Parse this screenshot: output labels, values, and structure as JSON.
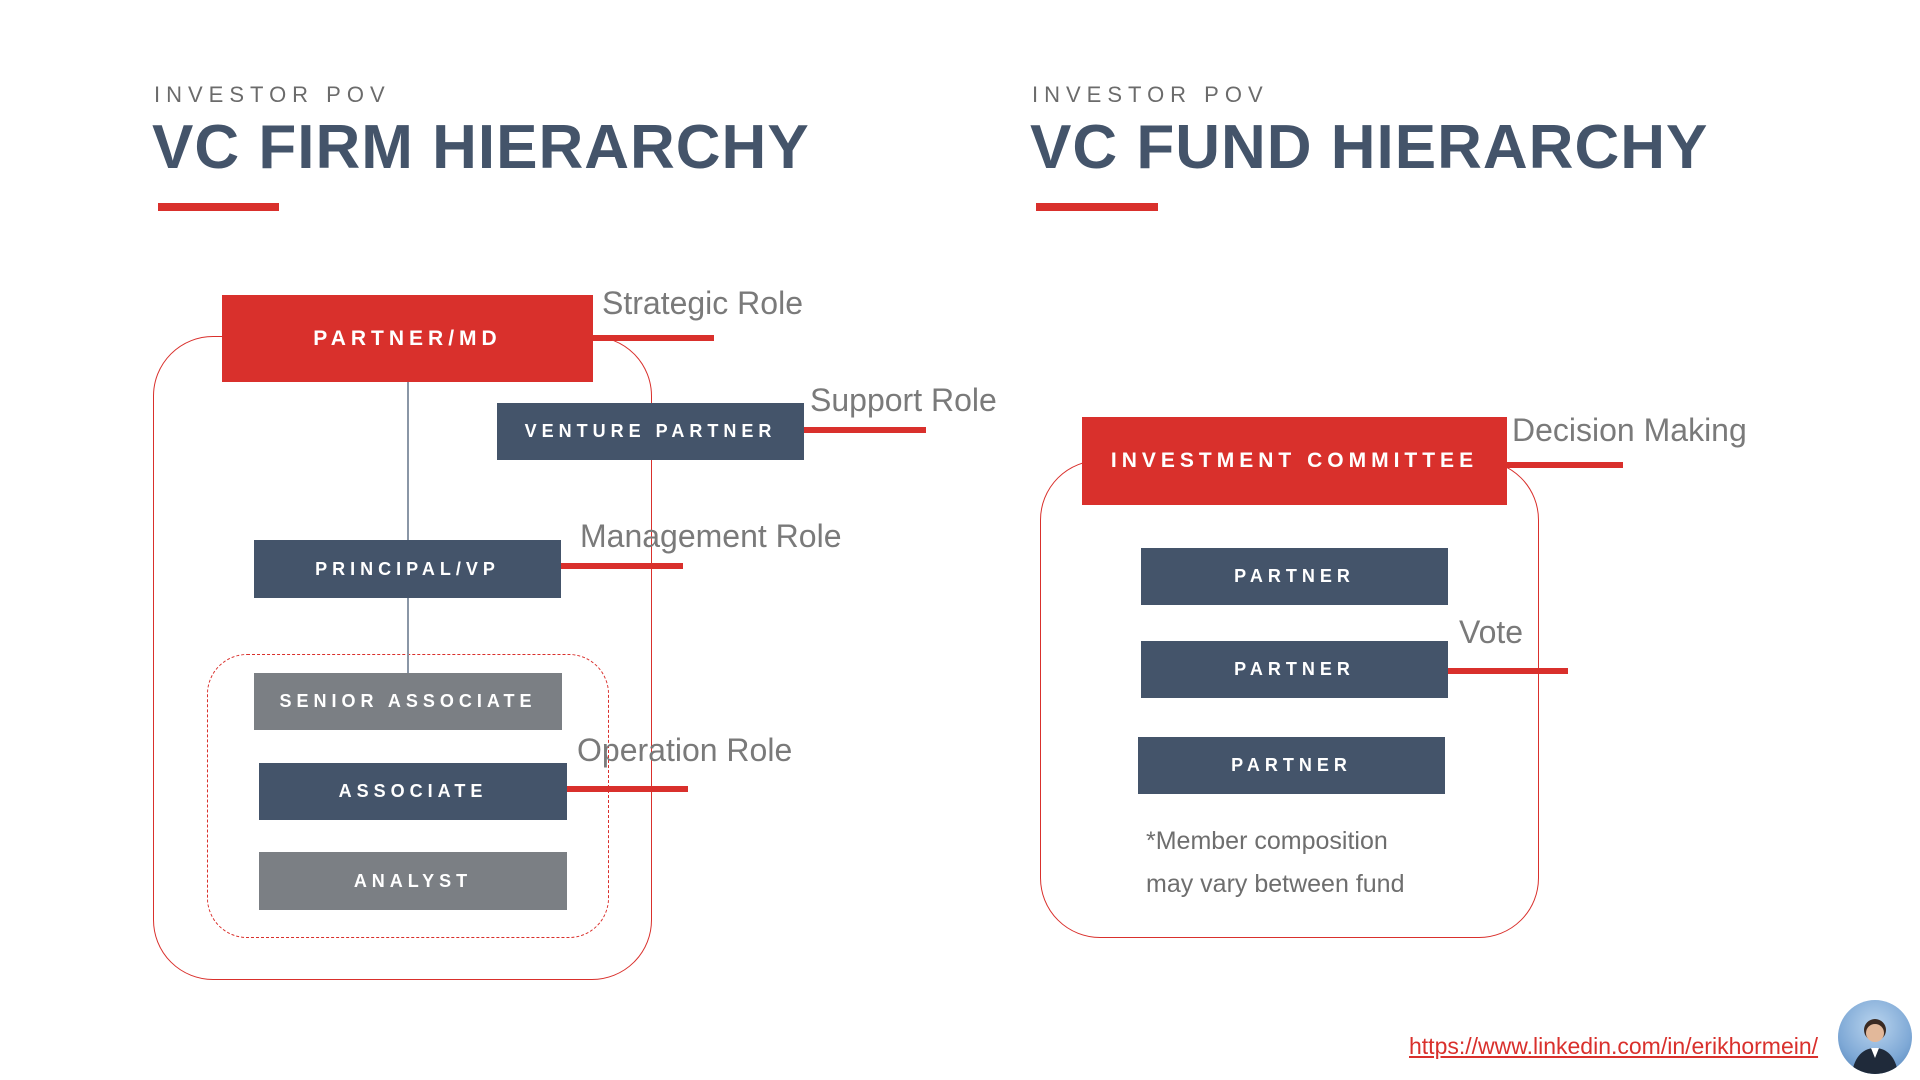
{
  "left": {
    "kicker": "INVESTOR POV",
    "title": "VC FIRM HIERARCHY",
    "nodes": {
      "partner_md": "PARTNER/MD",
      "venture_partner": "VENTURE PARTNER",
      "principal_vp": "PRINCIPAL/VP",
      "senior_associate": "SENIOR ASSOCIATE",
      "associate": "ASSOCIATE",
      "analyst": "ANALYST"
    },
    "roles": {
      "strategic": "Strategic Role",
      "support": "Support Role",
      "management": "Management Role",
      "operation": "Operation Role"
    }
  },
  "right": {
    "kicker": "INVESTOR POV",
    "title": "VC FUND HIERARCHY",
    "nodes": {
      "committee": "INVESTMENT COMMITTEE",
      "partners": [
        "PARTNER",
        "PARTNER",
        "PARTNER"
      ]
    },
    "roles": {
      "decision": "Decision Making",
      "vote": "Vote"
    },
    "note_line1": "*Member composition",
    "note_line2": "may vary between fund"
  },
  "footer": {
    "link": "https://www.linkedin.com/in/erikhormein/",
    "avatar_icon": "profile-photo"
  },
  "colors": {
    "accent_red": "#d9302c",
    "navy": "#44546a",
    "gray": "#7b7f84"
  }
}
